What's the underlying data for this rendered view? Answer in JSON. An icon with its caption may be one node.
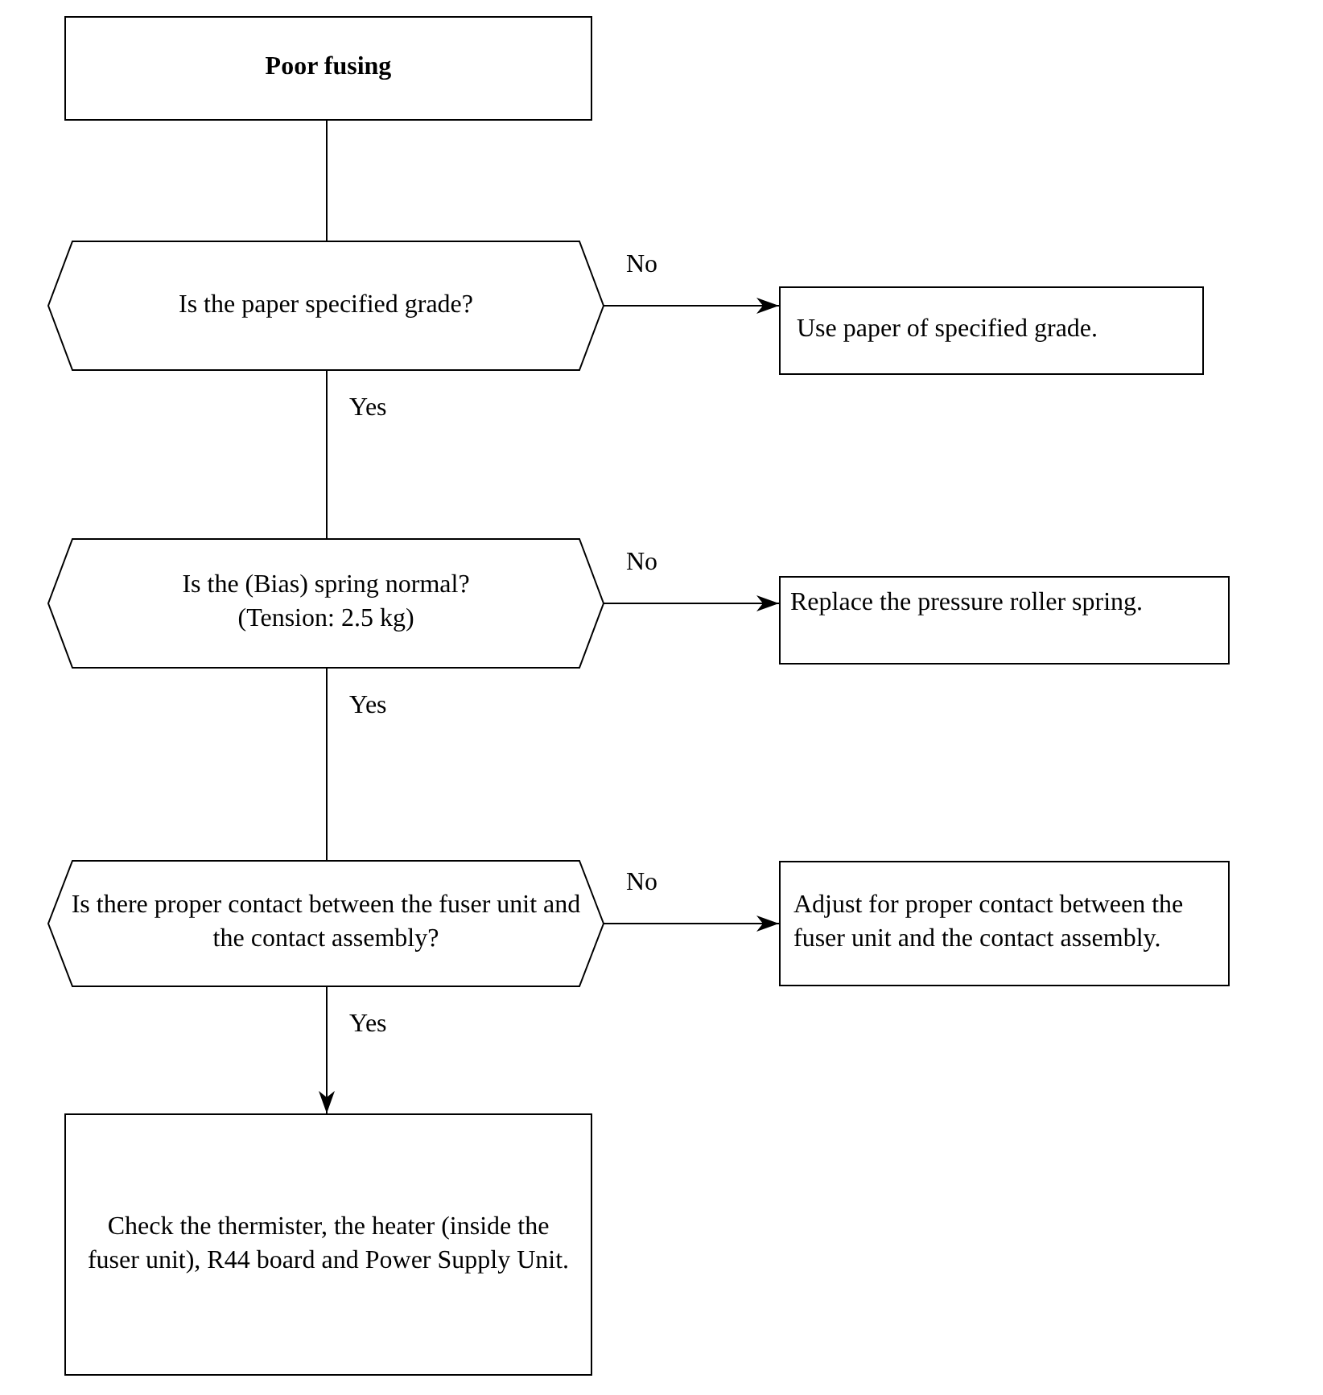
{
  "diagram": {
    "nodes": [
      {
        "text": [
          "Poor fusing"
        ]
      },
      {
        "text": [
          "Is the paper specified grade?"
        ]
      },
      {
        "text": [
          "Use paper of specified grade."
        ]
      },
      {
        "text": [
          "Is the (Bias) spring normal? (Tension: 2.5 kg)"
        ]
      },
      {
        "text": [
          "Replace the pressure roller spring."
        ]
      },
      {
        "text": [
          "Is there proper contact between the fuser unit and the contact assembly?"
        ]
      },
      {
        "text": [
          "Adjust for proper contact between the fuser unit and the contact assembly."
        ]
      },
      {
        "text": [
          "Check the thermister, the heater (inside the fuser unit), R44 board and Power Supply Unit."
        ]
      }
    ],
    "edges": [
      {
        "from": 0,
        "to": 1,
        "arrow": "none"
      },
      {
        "from": 1,
        "to": 2,
        "arrow": "to",
        "label": "No"
      },
      {
        "from": 1,
        "to": 3,
        "arrow": "none",
        "label": "Yes"
      },
      {
        "from": 3,
        "to": 4,
        "arrow": "to",
        "label": "No"
      },
      {
        "from": 3,
        "to": 5,
        "arrow": "none",
        "label": "Yes"
      },
      {
        "from": 5,
        "to": 6,
        "arrow": "to",
        "label": "No"
      },
      {
        "from": 5,
        "to": 7,
        "arrow": "to",
        "label": "Yes"
      }
    ]
  }
}
